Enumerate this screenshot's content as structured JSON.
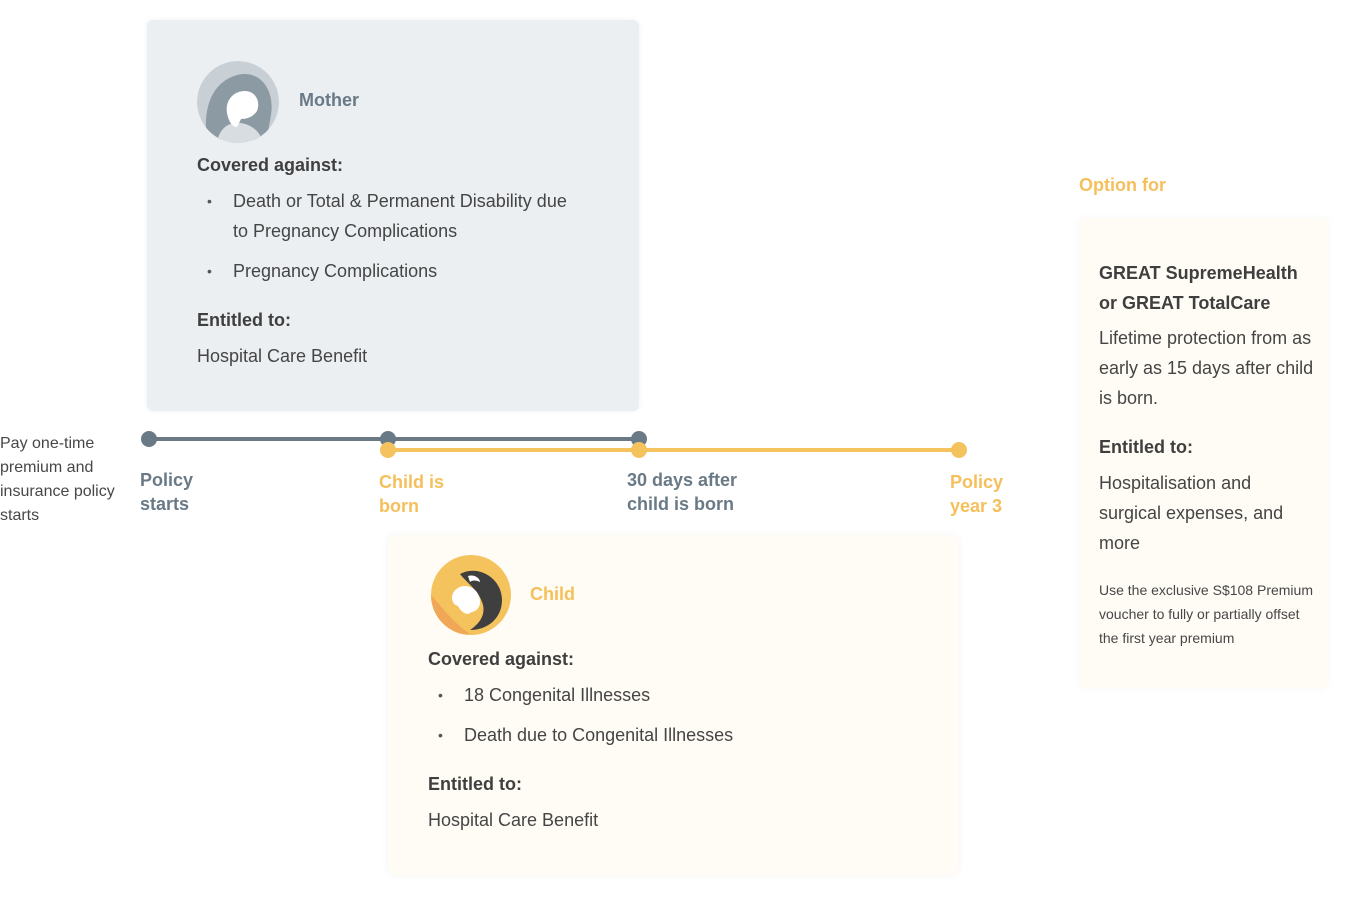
{
  "mother": {
    "name": "Mother",
    "covered_label": "Covered against:",
    "covered_items": [
      "Death or Total & Permanent Disability due to Pregnancy Complications",
      "Pregnancy Complications"
    ],
    "entitled_label": "Entitled to:",
    "entitled_text": "Hospital Care Benefit"
  },
  "child": {
    "name": "Child",
    "covered_label": "Covered against:",
    "covered_items": [
      "18 Congenital Illnesses",
      "Death due to Congenital Illnesses"
    ],
    "entitled_label": "Entitled to:",
    "entitled_text": "Hospital Care Benefit"
  },
  "option": {
    "heading": "Option for",
    "title": "GREAT SupremeHealth or GREAT TotalCare",
    "description": "Lifetime protection from as early as 15 days after child is born.",
    "entitled_label": "Entitled to:",
    "entitled_text": "Hospitalisation and surgical expenses, and more",
    "note": "Use the exclusive S$108 Premium voucher to fully or partially offset the first year premium"
  },
  "timeline": {
    "intro": "Pay one-time premium and insurance policy starts",
    "milestones": {
      "policy_starts": "Policy starts",
      "child_born": "Child is born",
      "thirty_days": "30 days after child is born",
      "policy_year3": "Policy year 3"
    }
  },
  "colors": {
    "grey_line": "#697a86",
    "yellow_line": "#f5c35e",
    "mother_card_bg": "#ebeff2",
    "child_card_bg": "#fffcf5",
    "avatar_bg_grey": "#c9d0d5",
    "avatar_bg_yellow": "#f5c35e"
  }
}
